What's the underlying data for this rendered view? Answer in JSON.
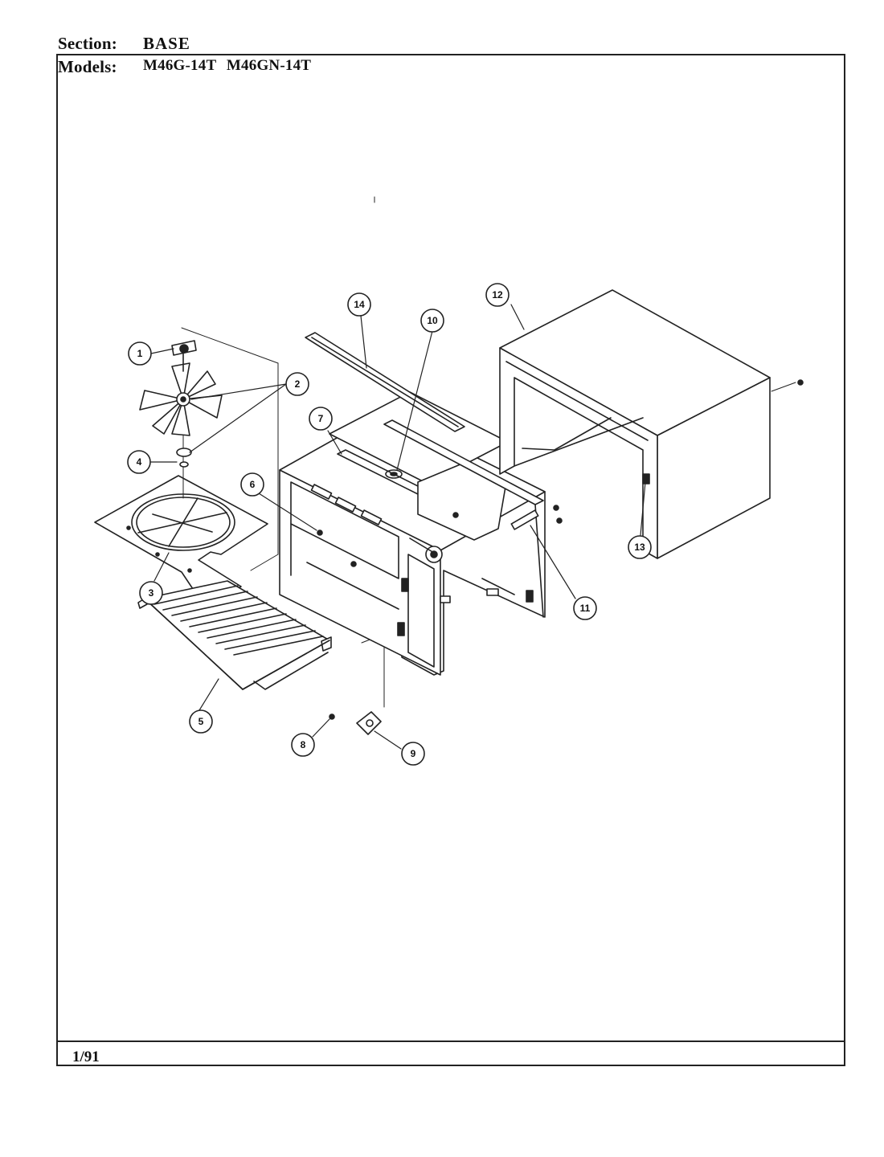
{
  "header": {
    "section_label": "Section:",
    "section_value": "BASE",
    "models_label": "Models:",
    "models_value": "M46G-14T  M46GN-14T"
  },
  "footer": {
    "date": "1/91"
  },
  "callouts": [
    "1",
    "2",
    "3",
    "4",
    "5",
    "6",
    "7",
    "8",
    "9",
    "10",
    "11",
    "12",
    "13",
    "14"
  ]
}
